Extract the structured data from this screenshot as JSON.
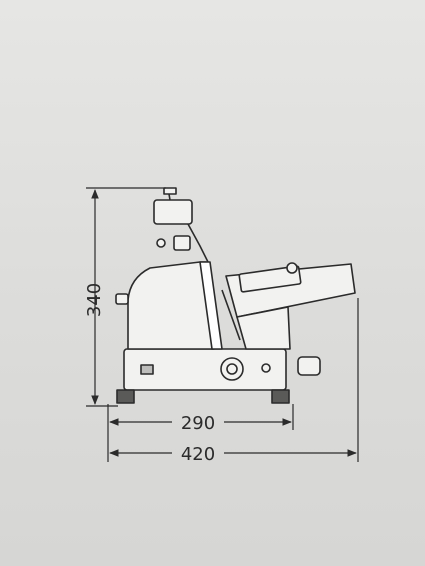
{
  "dimensions": {
    "height_label": "340",
    "base_width_label": "290",
    "total_width_label": "420"
  },
  "colors": {
    "background": "#dfdfdd",
    "line": "#2b2b2b",
    "fill": "#f2f2f0"
  }
}
